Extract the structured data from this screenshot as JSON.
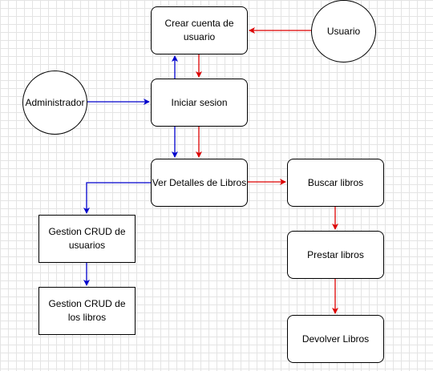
{
  "diagram": {
    "nodes": {
      "crear_cuenta": "Crear cuenta de usuario",
      "usuario": "Usuario",
      "administrador": "Administrador",
      "iniciar_sesion": "Iniciar sesion",
      "ver_detalles": "Ver Detalles de Libros",
      "buscar": "Buscar libros",
      "prestar": "Prestar libros",
      "devolver": "Devolver Libros",
      "crud_usuarios": "Gestion CRUD de usuarios",
      "crud_libros": "Gestion CRUD de los libros"
    },
    "colors": {
      "usuario_flow": "#dd0000",
      "admin_flow": "#0000cc",
      "grid": "#e4e4e4"
    },
    "edges": [
      {
        "from": "usuario",
        "to": "crear_cuenta",
        "flow": "usuario"
      },
      {
        "from": "crear_cuenta",
        "to": "iniciar_sesion",
        "flow": "usuario"
      },
      {
        "from": "iniciar_sesion",
        "to": "crear_cuenta",
        "flow": "admin"
      },
      {
        "from": "administrador",
        "to": "iniciar_sesion",
        "flow": "admin"
      },
      {
        "from": "iniciar_sesion",
        "to": "ver_detalles",
        "flow": "admin"
      },
      {
        "from": "iniciar_sesion",
        "to": "ver_detalles",
        "flow": "usuario"
      },
      {
        "from": "ver_detalles",
        "to": "buscar",
        "flow": "usuario"
      },
      {
        "from": "buscar",
        "to": "prestar",
        "flow": "usuario"
      },
      {
        "from": "prestar",
        "to": "devolver",
        "flow": "usuario"
      },
      {
        "from": "ver_detalles",
        "to": "crud_usuarios",
        "flow": "admin"
      },
      {
        "from": "crud_usuarios",
        "to": "crud_libros",
        "flow": "admin"
      }
    ]
  }
}
